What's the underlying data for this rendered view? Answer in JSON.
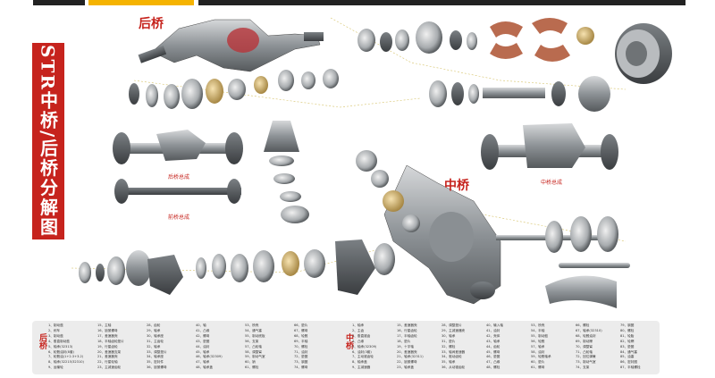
{
  "side_title": "STR中桥/后桥分解图",
  "labels": {
    "rear_axle": "后桥",
    "middle_axle": "中桥",
    "rear_assembly": "后桥总成",
    "front_assembly": "前桥总成",
    "middle_assembly": "中桥总成"
  },
  "legend": {
    "rear_label": "后桥",
    "middle_label": "中桥",
    "rear_cols": [
      [
        "1、制动鼓",
        "2、刹车",
        "3、制动鼓",
        "4、垂直制动鼓",
        "5、轴承(32313)",
        "6、轮毂油封(8套)",
        "7、轮毂油(1+2.3+3.2)",
        "8、轴承(32215/32310)",
        "9、运输轮"
      ],
      [
        "15、主轴",
        "16、锁紧螺母",
        "17、差速器壳",
        "18、半轴齿轮垫片",
        "19、行星齿轮",
        "20、差速器支架",
        "21、差速器壳",
        "22、行星轮轴",
        "23、主减速齿轮"
      ],
      [
        "28、齿轮",
        "29、轴承",
        "30、轴承座",
        "31、主齿轮",
        "32、轴承",
        "33、调整垫片",
        "34、轴承座",
        "35、密封件",
        "36、锁紧螺母"
      ],
      [
        "40、轴",
        "41、凸缘",
        "42、螺母",
        "43、垫圈",
        "44、油封",
        "45、轴承",
        "46、轴承(32309)",
        "47、轴承",
        "48、轴承盖"
      ],
      [
        "53、桥壳",
        "54、通气塞",
        "55、制动底板",
        "56、支架",
        "57、凸轮轴",
        "58、调整臂",
        "59、制动气室",
        "60、销",
        "61、螺栓"
      ],
      [
        "66、垫片",
        "67、螺母",
        "68、轮毂",
        "69、半轴",
        "70、螺栓",
        "71、油封",
        "72、垫圈",
        "73、钢圈",
        "74、螺母"
      ]
    ],
    "middle_cols": [
      [
        "1、轴承",
        "2、主齿",
        "3、垂直锥齿",
        "4、凸缘",
        "5、轴承(32309)",
        "6、油封(3套)",
        "7、主动锥齿轮",
        "8、轴承盖",
        "9、主减速器"
      ],
      [
        "15、差速器壳",
        "16、行星齿轮",
        "17、半轴齿轮",
        "18、垫片",
        "19、十字轴",
        "20、差速器壳",
        "21、轴承(32311)",
        "22、锁紧螺母",
        "23、轴承盖"
      ],
      [
        "28、调整垫片",
        "29、主减速器壳",
        "30、轴承",
        "31、垫片",
        "32、螺栓",
        "33、轴间差速器",
        "34、驱动齿轮",
        "35、轴承",
        "36、从动锥齿轮"
      ],
      [
        "40、输入轴",
        "41、油封",
        "42、壳体",
        "43、轴承",
        "44、齿轮",
        "45、螺母",
        "46、垫圈",
        "47、凸缘",
        "48、螺栓"
      ],
      [
        "53、桥壳",
        "54、半轴",
        "55、制动鼓",
        "56、轮毂",
        "57、轴承",
        "58、油封",
        "59、轮毂轴承",
        "60、垫片",
        "61、螺母"
      ],
      [
        "66、螺栓",
        "67、轴承(32310)",
        "68、轮毂油封",
        "69、制动蹄",
        "70、调整臂",
        "71、凸轮轴",
        "72、回位弹簧",
        "73、制动气室",
        "74、支架"
      ],
      [
        "79、钢圈",
        "80、螺栓",
        "81、轮胎",
        "82、轮辋",
        "83、垫圈",
        "84、通气塞",
        "85、油塞",
        "86、密封圈",
        "87、半轴螺栓"
      ]
    ]
  }
}
